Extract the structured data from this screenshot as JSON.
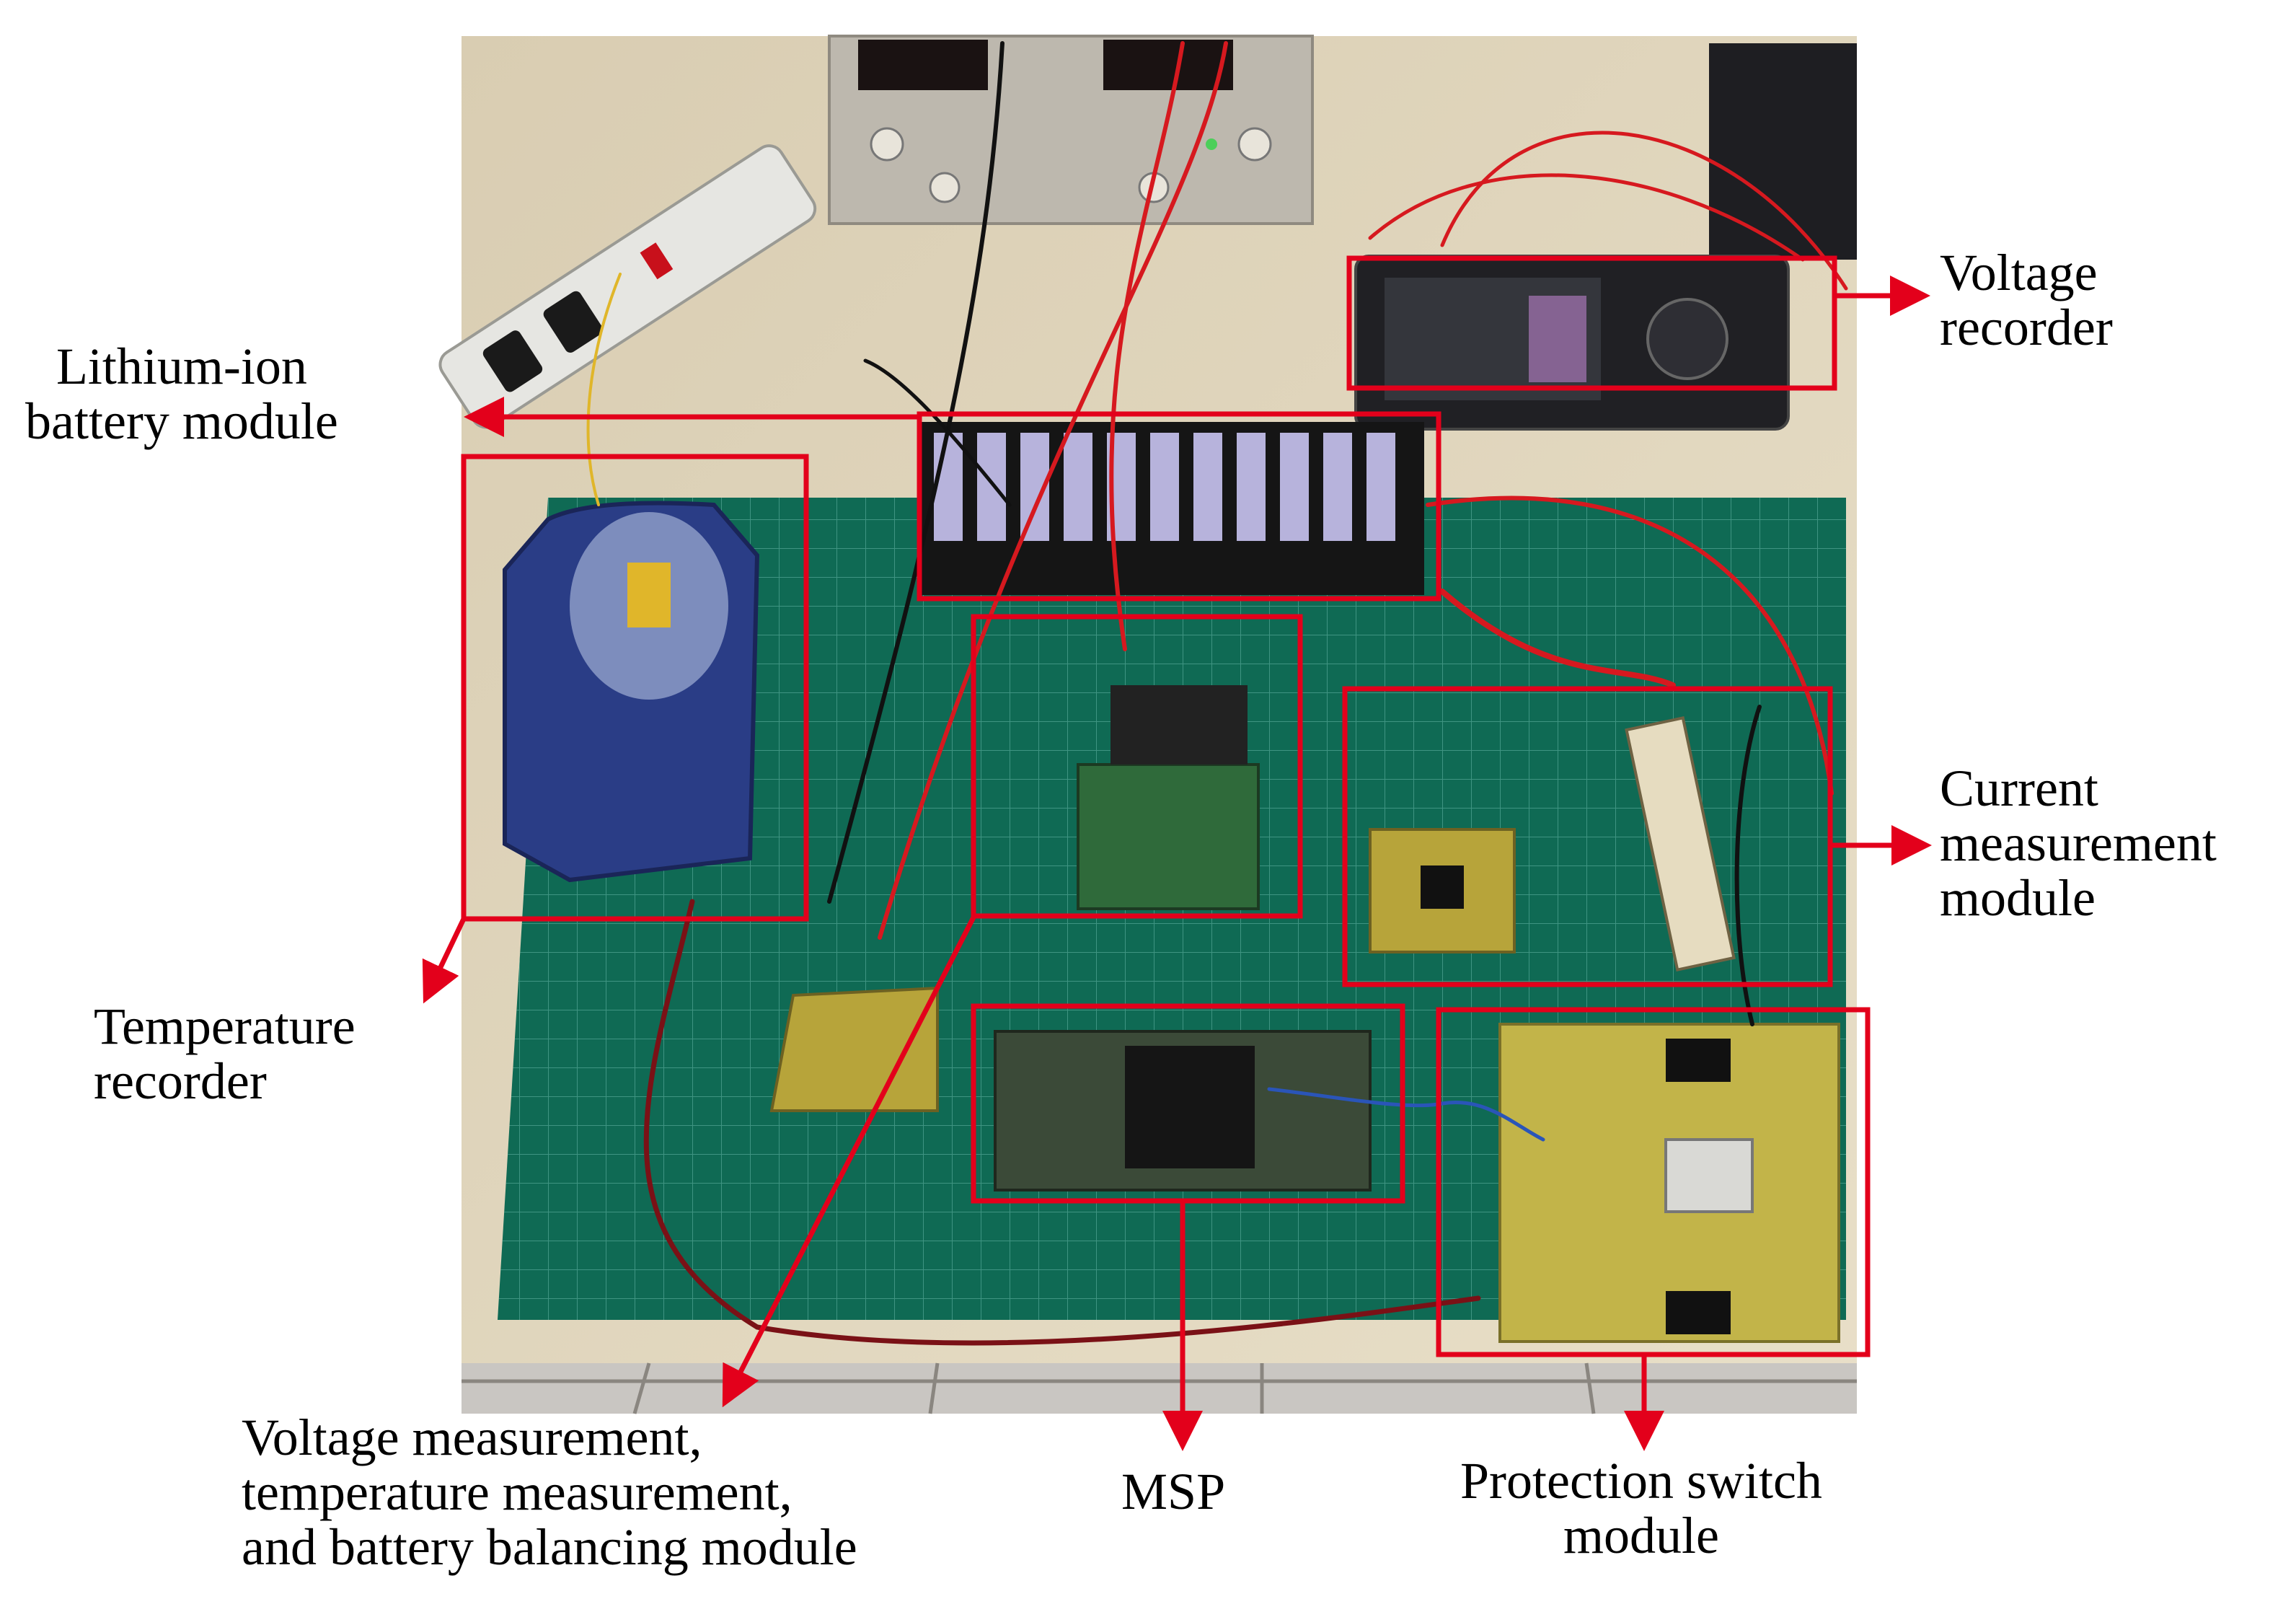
{
  "accent_color": "#e3001b",
  "labels": {
    "voltage_recorder": [
      "Voltage",
      "recorder"
    ],
    "battery_module": [
      "Lithium-ion",
      "battery module"
    ],
    "temperature_recorder": [
      "Temperature",
      "recorder"
    ],
    "current_module": [
      "Current",
      "measurement",
      "module"
    ],
    "balancing_module": [
      "Voltage measurement,",
      "temperature measurement,",
      "and battery balancing module"
    ],
    "msp": [
      "MSP"
    ],
    "protection_module": [
      "Protection switch",
      "module"
    ]
  },
  "scene_objects": [
    "bench-power-supply",
    "power-strip",
    "voltage-recorder-device",
    "temperature-recorder-device",
    "battery-pack",
    "cutting-mat",
    "circuit-boards",
    "wires"
  ]
}
